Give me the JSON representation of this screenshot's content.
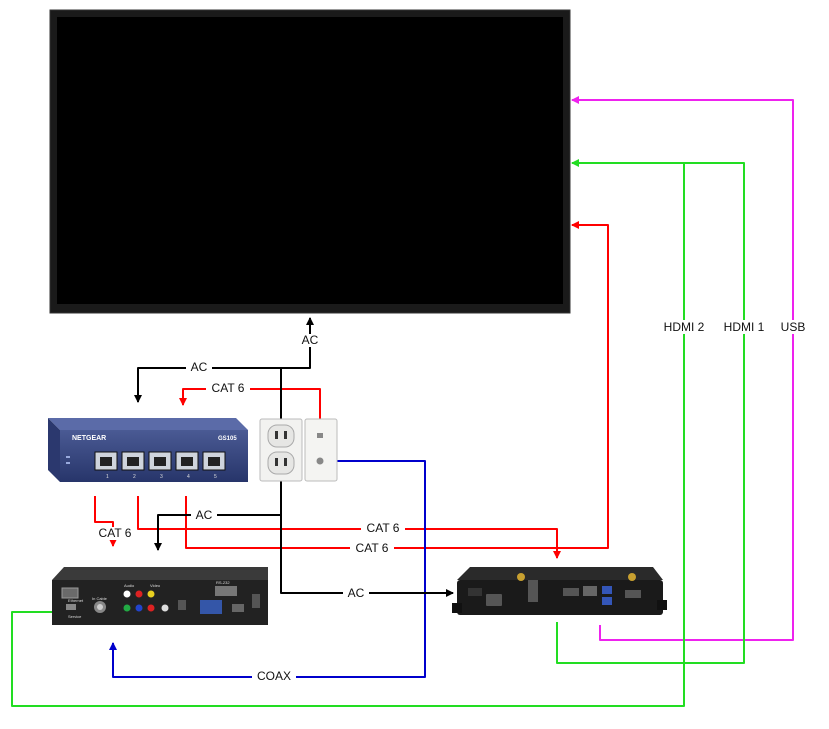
{
  "colors": {
    "ac": "#000000",
    "cat6": "#ff0000",
    "coax": "#0000cc",
    "hdmi": "#22dd22",
    "usb": "#ee22ee"
  },
  "labels": {
    "ac_display": "AC",
    "ac_switch": "AC",
    "ac_receiver": "AC",
    "ac_pc": "AC",
    "cat6_switch": "CAT 6",
    "cat6_receiver": "CAT 6",
    "cat6_pc_1": "CAT 6",
    "cat6_pc_2": "CAT 6",
    "coax": "COAX",
    "hdmi2": "HDMI 2",
    "hdmi1": "HDMI 1",
    "usb": "USB"
  },
  "switch": {
    "brand": "NETGEAR",
    "model": "GS105",
    "ports": [
      "1",
      "2",
      "3",
      "4",
      "5"
    ]
  },
  "receiver": {
    "port_labels": [
      "Ethernet",
      "Service",
      "In Cable",
      "Audio",
      "Video",
      "RS-232"
    ]
  }
}
